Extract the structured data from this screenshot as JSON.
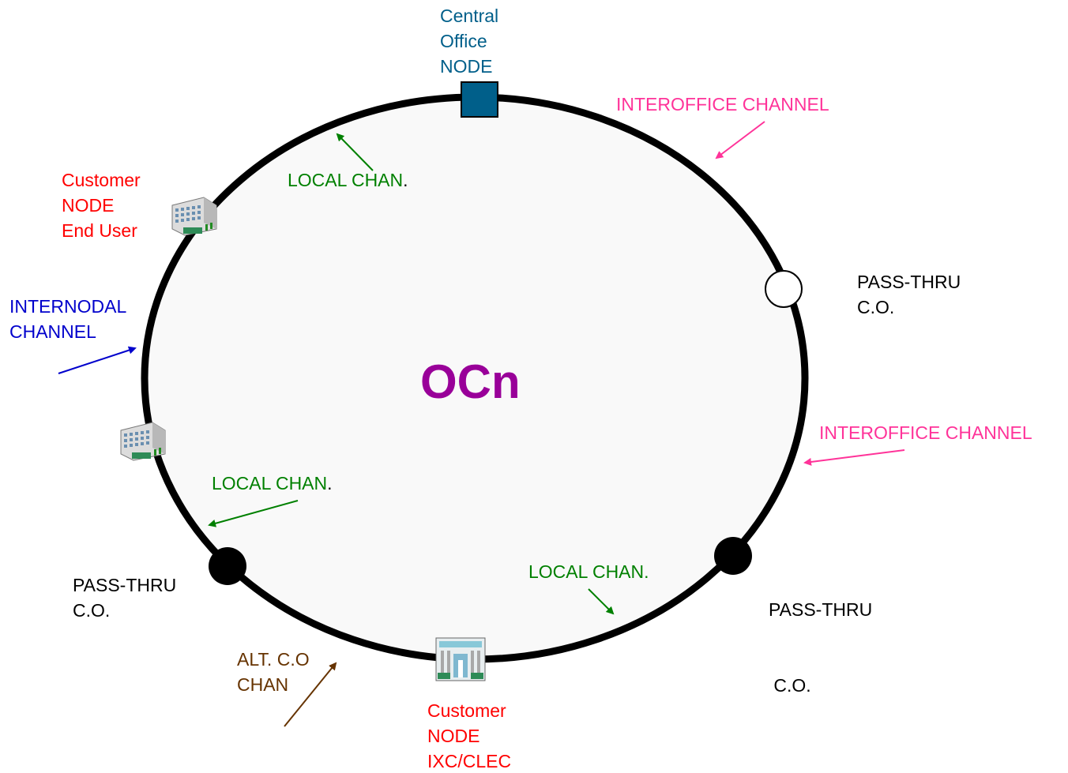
{
  "center_title": {
    "text": "OCn",
    "color": "#990099"
  },
  "colors": {
    "ring": "#000000",
    "ring_fill": "#f9f9f9",
    "central_office": "#005f8a",
    "local_channel": "#008000",
    "interoffice": "#ff3399",
    "internodal": "#0000cc",
    "customer_node": "#ff0000",
    "alt_co": "#663300",
    "pass_thru": "#000000"
  },
  "labels": {
    "central_office": [
      "Central",
      "Office",
      "NODE"
    ],
    "interoffice_top": "INTEROFFICE CHANNEL",
    "interoffice_right": "INTEROFFICE CHANNEL",
    "local_chan_top": "LOCAL CHAN",
    "local_chan_top_dot": ".",
    "local_chan_left": "LOCAL CHAN",
    "local_chan_left_dot": ".",
    "local_chan_bottom": "LOCAL CHAN.",
    "customer_end_user": [
      "Customer",
      "NODE",
      "End User"
    ],
    "internodal": [
      "INTERNODAL",
      "CHANNEL"
    ],
    "pass_thru_upper_right": [
      "PASS-THRU",
      "C.O."
    ],
    "pass_thru_lower_right": [
      "PASS-THRU",
      " C.O."
    ],
    "pass_thru_lower_left": [
      "PASS-THRU",
      "C.O."
    ],
    "alt_co": [
      "ALT. C.O",
      "CHAN"
    ],
    "customer_ixc": [
      "Customer",
      "NODE",
      "IXC/CLEC"
    ]
  },
  "icons": {
    "central_office_node": "square-node-icon",
    "pass_thru_open": "open-circle-node-icon",
    "pass_thru_filled": "filled-circle-node-icon",
    "building": "office-building-icon",
    "ixc_building": "ixc-building-icon"
  }
}
